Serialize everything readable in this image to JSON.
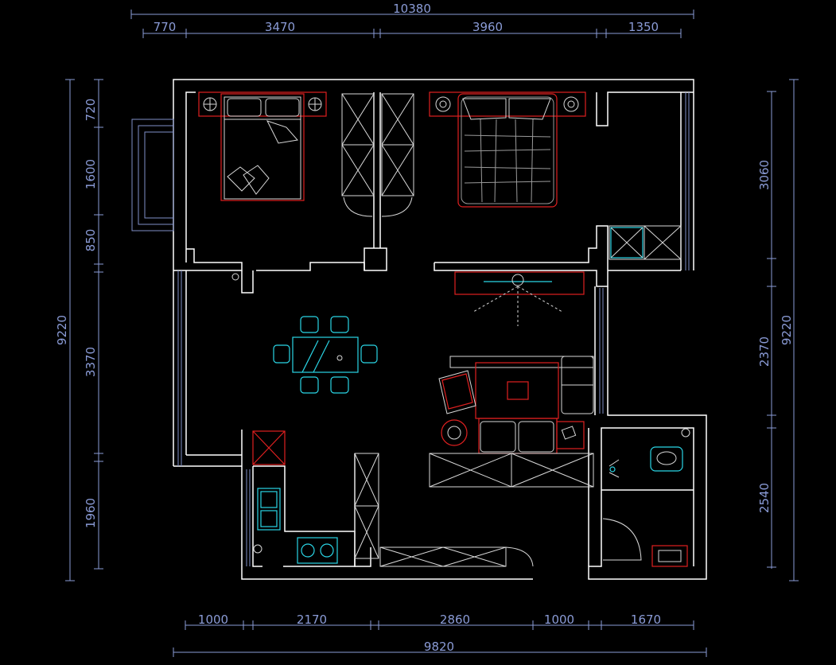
{
  "dimensions": {
    "top_total": "10380",
    "top_segments": [
      "770",
      "3470",
      "3960",
      "1350"
    ],
    "bottom_total": "9820",
    "bottom_segments": [
      "1000",
      "2170",
      "2860",
      "1000",
      "1670"
    ],
    "left_total": "9220",
    "left_segments": [
      "720",
      "1600",
      "850",
      "3370",
      "1960"
    ],
    "right_total": "9220",
    "right_segments": [
      "3060",
      "2370",
      "2540"
    ]
  },
  "colors": {
    "background": "#000000",
    "walls": "#ffffff",
    "dimensions": "#8a9bd6",
    "furniture_red": "#e02020",
    "furniture_cyan": "#2ad6e6"
  }
}
